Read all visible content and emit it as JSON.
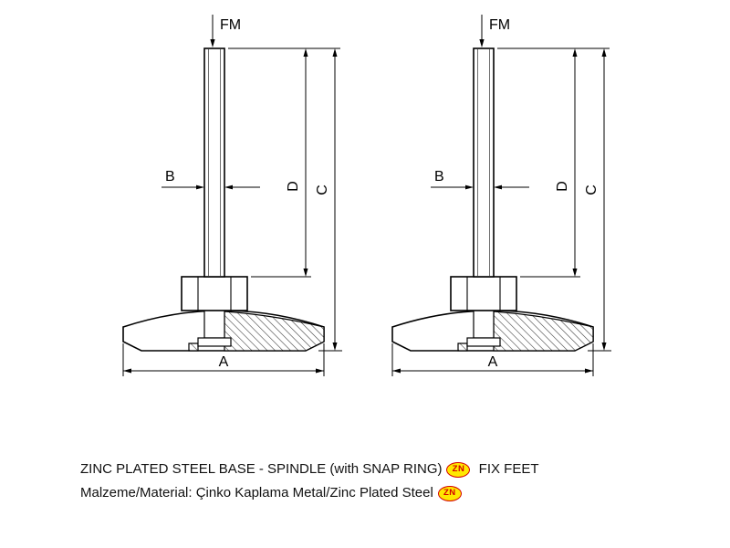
{
  "drawing": {
    "dim_labels": {
      "fm": "FM",
      "a": "A",
      "b": "B",
      "c": "C",
      "d": "D"
    }
  },
  "caption": {
    "line1": "ZINC PLATED STEEL BASE - SPINDLE (with SNAP RING)",
    "line1_after_badge": " FIX FEET",
    "line2": "Malzeme/Material: Çinko Kaplama Metal/Zinc Plated Steel",
    "badge": "ZN"
  },
  "colors": {
    "ink": "#000000",
    "background": "#ffffff",
    "badge_bg": "#ffe800",
    "badge_accent": "#d40000"
  }
}
